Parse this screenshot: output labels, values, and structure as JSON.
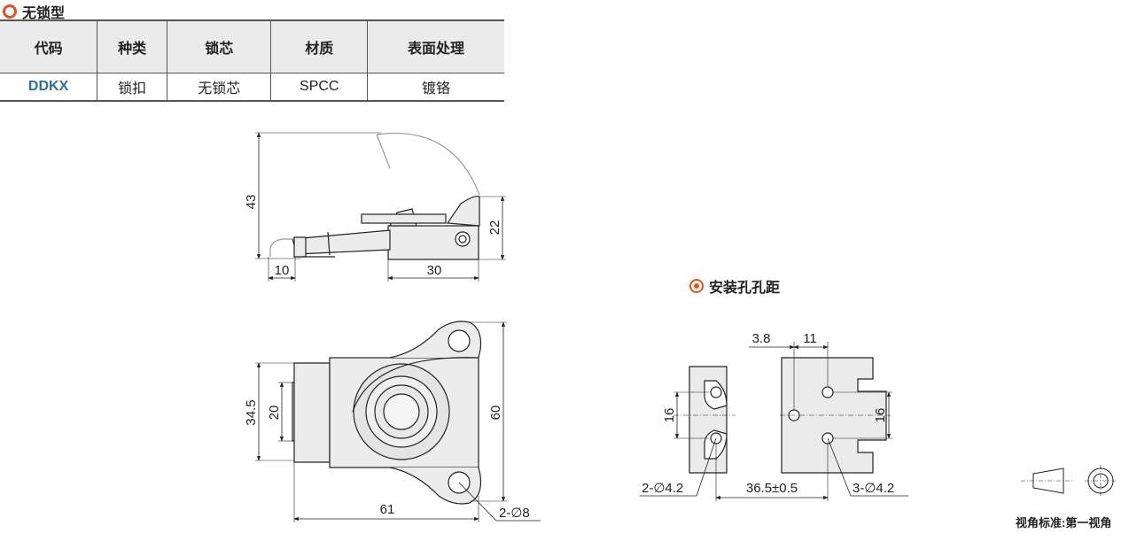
{
  "section1": {
    "title": "无锁型"
  },
  "table": {
    "headers": [
      "代码",
      "种类",
      "锁芯",
      "材质",
      "表面处理"
    ],
    "rows": [
      [
        "DDKX",
        "锁扣",
        "无锁芯",
        "SPCC",
        "镀铬"
      ]
    ]
  },
  "section2": {
    "title": "安装孔孔距"
  },
  "dims_side": {
    "height_total": "43",
    "height_base": "22",
    "hook": "10",
    "base_len": "30"
  },
  "dims_top": {
    "outer_h": "34.5",
    "inner_h": "20",
    "total_h": "60",
    "length": "61",
    "holes": "2-∅8"
  },
  "dims_mount": {
    "a": "3.8",
    "b": "11",
    "left_h": "16",
    "right_h": "16",
    "left_holes": "2-∅4.2",
    "spacing": "36.5±0.5",
    "right_holes": "3-∅4.2"
  },
  "view_note": "视角标准:第一视角"
}
